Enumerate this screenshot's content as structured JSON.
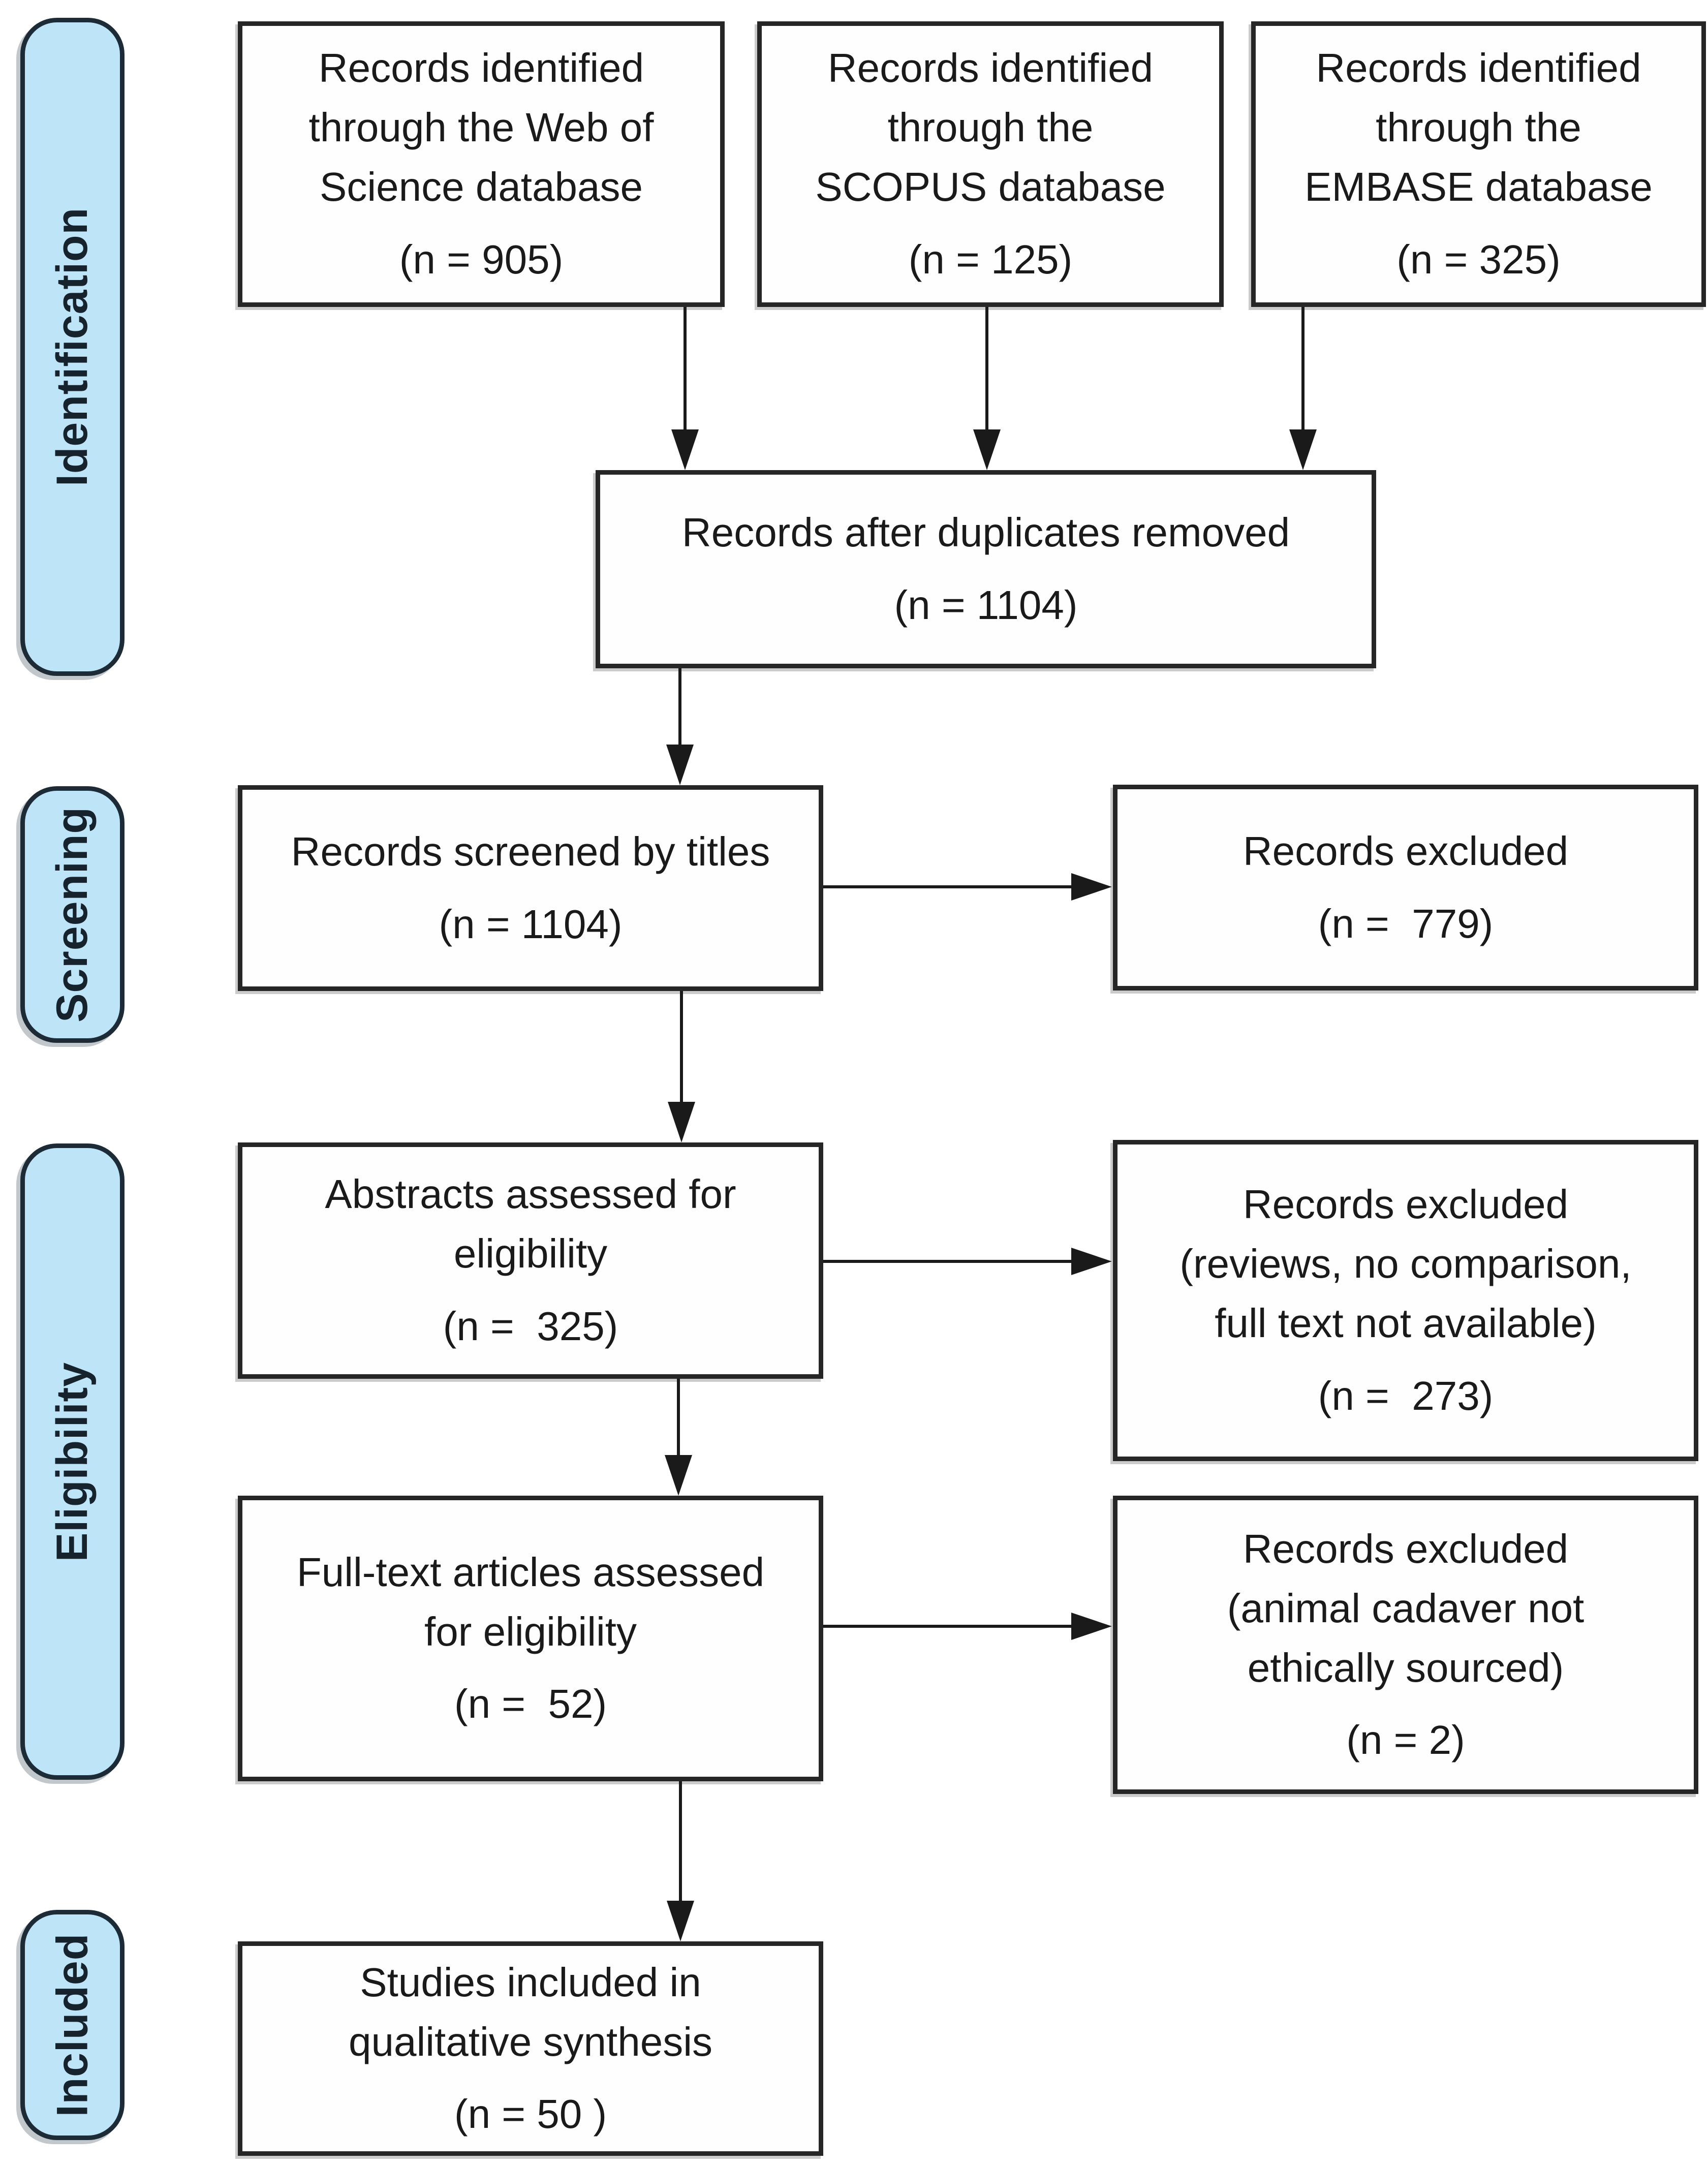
{
  "sidebar": {
    "identification": "Identification",
    "screening": "Screening",
    "eligibility": "Eligibility",
    "included": "Included"
  },
  "boxes": {
    "wos": {
      "label": "Records identified\nthrough the Web of\nScience database",
      "count": "(n = 905)"
    },
    "scopus": {
      "label": "Records identified\nthrough the\nSCOPUS database",
      "count": "(n = 125)"
    },
    "embase": {
      "label": "Records identified\nthrough the\nEMBASE database",
      "count": "(n = 325)"
    },
    "duplicates": {
      "label": "Records after duplicates removed",
      "count": "(n = 1104)"
    },
    "screened": {
      "label": "Records screened by titles",
      "count": "(n = 1104)"
    },
    "excluded_titles": {
      "label": "Records excluded",
      "count": "(n =  779)"
    },
    "abstracts": {
      "label": "Abstracts assessed for\neligibility",
      "count": "(n =  325)"
    },
    "excluded_abstracts": {
      "label": "Records excluded\n(reviews, no comparison,\nfull text not available)",
      "count": "(n =  273)"
    },
    "fulltext": {
      "label": "Full-text articles assessed\nfor eligibility",
      "count": "(n =  52)"
    },
    "excluded_fulltext": {
      "label": "Records excluded\n(animal cadaver not\nethically sourced)",
      "count": "(n = 2)"
    },
    "included": {
      "label": "Studies included in\nqualitative synthesis",
      "count": "(n = 50 )"
    }
  },
  "colors": {
    "stage_fill": "#BEE4F8",
    "stage_border": "#1D2B36",
    "box_border": "#262626",
    "arrow": "#1A1A1A"
  }
}
